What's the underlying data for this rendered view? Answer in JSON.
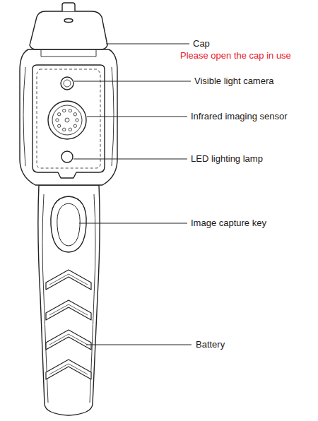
{
  "diagram": {
    "labels": [
      "Cap",
      "Please open the cap in use",
      "Visible light camera",
      "Infrared imaging sensor",
      "LED lighting lamp",
      "Image capture key",
      "Battery"
    ]
  }
}
